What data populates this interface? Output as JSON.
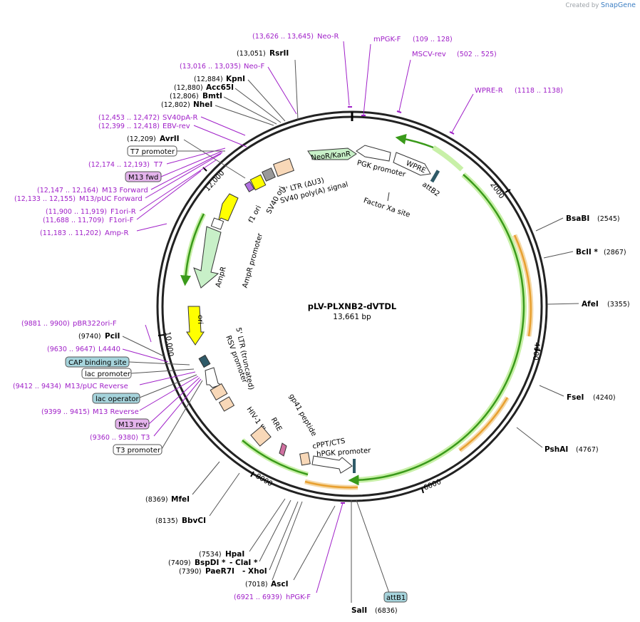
{
  "watermark": {
    "prefix": "Created by",
    "brand": "SnapGene"
  },
  "plasmid": {
    "name": "pLV-PLXNB2-dVTDL",
    "length": "13,661 bp"
  },
  "ticks": [
    "2000",
    "4000",
    "6000",
    "8000",
    "10,000",
    "12,000"
  ],
  "right_sites": [
    {
      "name": "BsaBI",
      "pos": "(2545)"
    },
    {
      "name": "BclI *",
      "pos": "(2867)"
    },
    {
      "name": "AfeI",
      "pos": "(3355)"
    },
    {
      "name": "FseI",
      "pos": "(4240)"
    },
    {
      "name": "PshAI",
      "pos": "(4767)"
    }
  ],
  "bottom_sites": [
    {
      "pos": "(8369)",
      "name": "MfeI"
    },
    {
      "pos": "(8135)",
      "name": "BbvCI"
    },
    {
      "pos": "(7534)",
      "name": "HpaI"
    },
    {
      "pos": "(7409)",
      "name": "BspDI *",
      "name2": "- ClaI *"
    },
    {
      "pos": "(7390)",
      "name": "PaeR7I",
      "name2": "- XhoI"
    },
    {
      "pos": "(7018)",
      "name": "AscI"
    }
  ],
  "bottom_primer": {
    "pos": "(6921 .. 6939)",
    "name": "hPGK-F"
  },
  "sali": {
    "name": "SalI",
    "pos": "(6836)"
  },
  "attb1": "attB1",
  "top_sites": [
    {
      "pos": "(13,051)",
      "name": "RsrII"
    },
    {
      "pos": "(12,884)",
      "name": "KpnI"
    },
    {
      "pos": "(12,880)",
      "name": "Acc65I"
    },
    {
      "pos": "(12,806)",
      "name": "BmtI"
    },
    {
      "pos": "(12,802)",
      "name": "NheI"
    },
    {
      "pos": "(12,209)",
      "name": "AvrII"
    }
  ],
  "top_primers": [
    {
      "pos": "(13,626 .. 13,645)",
      "name": "Neo-R"
    },
    {
      "pos": "(13,016 .. 13,035)",
      "name": "Neo-F"
    },
    {
      "pos": "(12,453 .. 12,472)",
      "name": "SV40pA-R"
    },
    {
      "pos": "(12,399 .. 12,418)",
      "name": "EBV-rev"
    },
    {
      "pos": "(12,174 .. 12,193)",
      "name": "T7"
    },
    {
      "pos": "(12,147 .. 12,164)",
      "name": "M13 Forward"
    },
    {
      "pos": "(12,133 .. 12,155)",
      "name": "M13/pUC Forward"
    },
    {
      "pos": "(11,900 .. 11,919)",
      "name": "F1ori-R"
    },
    {
      "pos": "(11,688 .. 11,709)",
      "name": "F1ori-F"
    },
    {
      "pos": "(11,183 .. 11,202)",
      "name": "Amp-R"
    }
  ],
  "right_top_primers": [
    {
      "name": "mPGK-F",
      "pos": "(109 .. 128)"
    },
    {
      "name": "MSCV-rev",
      "pos": "(502 .. 525)"
    },
    {
      "name": "WPRE-R",
      "pos": "(1118 .. 1138)"
    }
  ],
  "t7_promoter_box": "T7 promoter",
  "m13_fwd_box": "M13 fwd",
  "left_items": {
    "pbr_primer": {
      "pos": "(9881 .. 9900)",
      "name": "pBR322ori-F"
    },
    "pcii": {
      "pos": "(9740)",
      "name": "PciI"
    },
    "l4440": {
      "pos": "(9630 .. 9647)",
      "name": "L4440"
    },
    "cap_box": "CAP binding site",
    "lac_prom_box": "lac promoter",
    "m13puc_rev": {
      "pos": "(9412 .. 9434)",
      "name": "M13/pUC Reverse"
    },
    "lac_op_box": "lac operator",
    "m13_reverse": {
      "pos": "(9399 .. 9415)",
      "name": "M13 Reverse"
    },
    "m13rev_box": "M13 rev",
    "t3": {
      "pos": "(9360 .. 9380)",
      "name": "T3"
    },
    "t3_prom_box": "T3 promoter"
  },
  "features": {
    "neo": "NeoR/KanR",
    "pgk": "PGK promoter",
    "wpre": "WPRE",
    "attb2": "attB2",
    "factor_xa": "Factor Xa site",
    "ltr3": "3' LTR (ΔU3)",
    "sv40pa": "SV40 poly(A) signal",
    "f1ori": "f1 ori",
    "sv40ori": "SV40 ori",
    "ampr": "AmpR",
    "ampr_prom": "AmpR promoter",
    "ori": "ori",
    "ltr5": "5' LTR (truncated)",
    "rsv": "RSV promoter",
    "hiv": "HIV-1 Ψ",
    "rre": "RRE",
    "gp41": "gp41 peptide",
    "cppt": "cPPT/CTS",
    "hpgk": "hPGK promoter"
  },
  "colors": {
    "primer": "#a020c8",
    "feature_green": "#c8f0c8",
    "ori_yellow": "#ffff00",
    "orf_orange": "#e8a030",
    "orf_green": "#3a9a1a",
    "box_teal": "#a6d4dc",
    "box_pink": "#e4b4ec"
  }
}
